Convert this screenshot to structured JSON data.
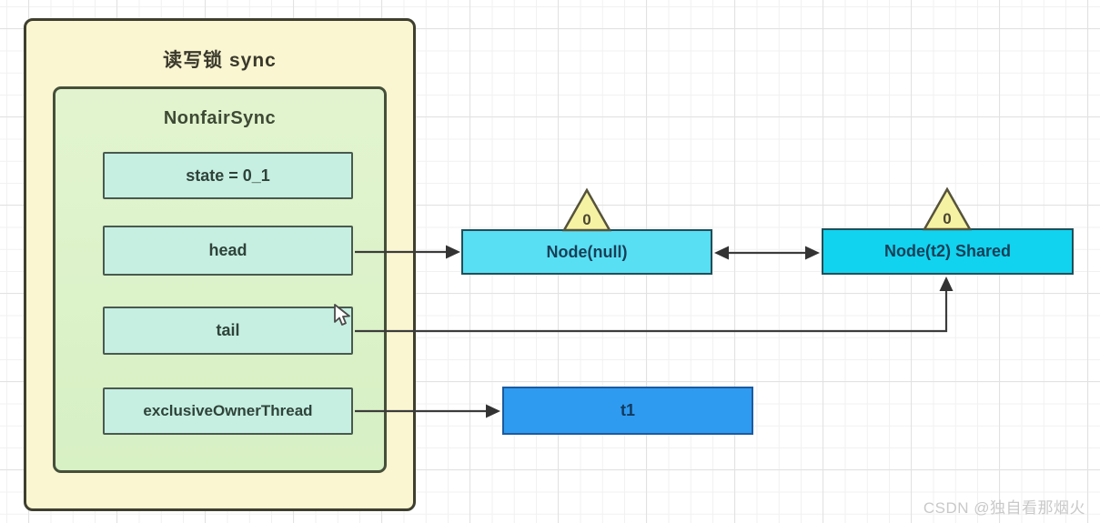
{
  "diagram": {
    "outer_box": {
      "title": "读写锁 sync"
    },
    "inner_box": {
      "title": "NonfairSync"
    },
    "fields": [
      {
        "label": "state = 0_1"
      },
      {
        "label": "head"
      },
      {
        "label": "tail"
      },
      {
        "label": "exclusiveOwnerThread"
      }
    ],
    "nodes": [
      {
        "label": "Node(null)",
        "badge": "0"
      },
      {
        "label": "Node(t2) Shared",
        "badge": "0"
      }
    ],
    "thread_box": {
      "label": "t1"
    },
    "colors": {
      "outer_fill": "#faf6d1",
      "inner_fill": "#ddf2c9",
      "field_fill": "#c6efe2",
      "node_null_fill": "#59dff4",
      "node_t2_fill": "#12d3ef",
      "thread_fill": "#2f9bf0",
      "triangle_fill": "#f6f2a3",
      "arrow_color": "#3c3c3c"
    }
  },
  "watermark": "CSDN @独自看那烟火"
}
